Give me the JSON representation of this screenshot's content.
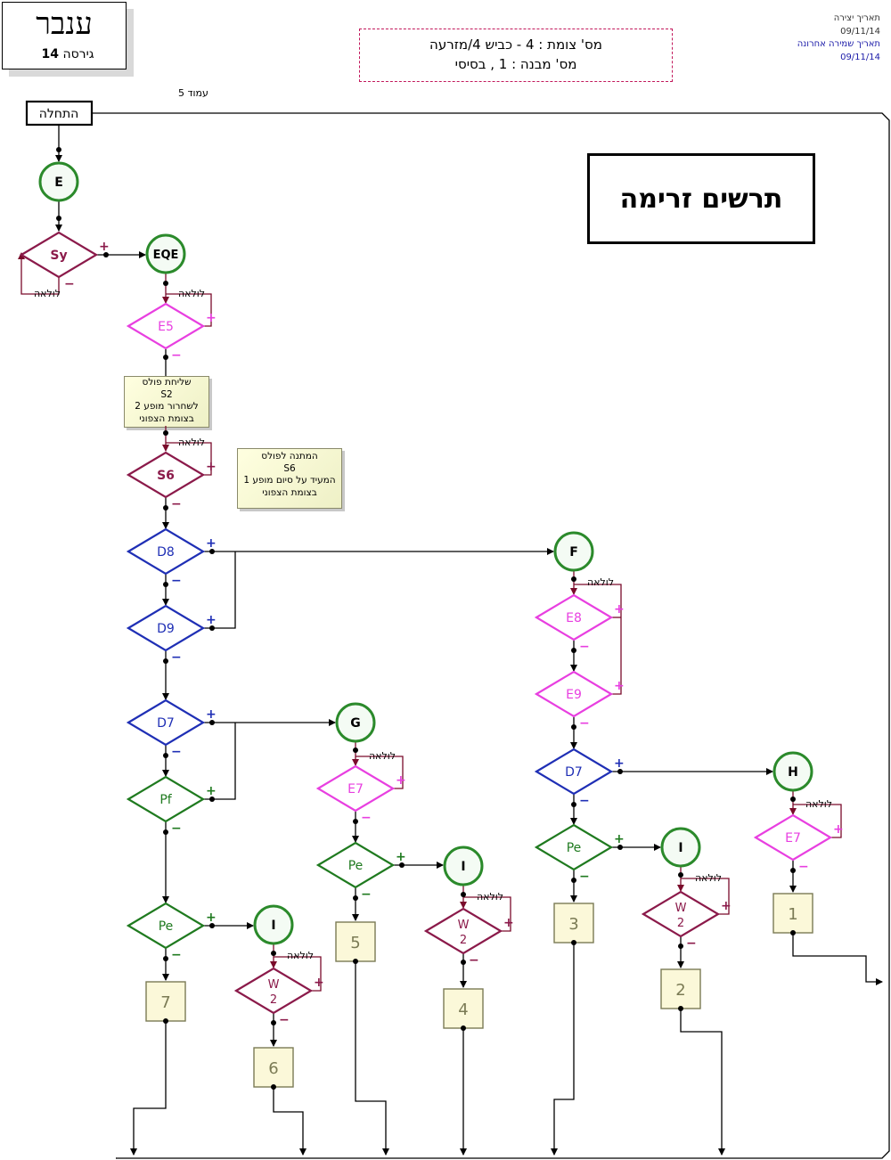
{
  "header": {
    "logo_name": "ענבר",
    "version_label": "גירסה",
    "version_number": "14",
    "intersection_line": "מס' צומת : 4 - כביש 4/מזרעה",
    "structure_line": "מס' מבנה : 1 , בסיסי",
    "created_label": "תאריך יצירה",
    "created_date": "09/11/14",
    "saved_label": "תאריך שמירה אחרונה",
    "saved_date": "09/11/14",
    "page_label": "עמוד 5"
  },
  "diagram_title": "תרשים זרימה",
  "start_label": "התחלה",
  "loop_label": "לולאה",
  "plus_sign": "+",
  "minus_sign": "−",
  "notes": {
    "send_pulse": [
      "שליחת פולס",
      "S2",
      "לשחרור מופע 2",
      "בצומת הצפוני"
    ],
    "wait_pulse": [
      "המתנה לפולס",
      "S6",
      "המעיד על סיום מופע 1",
      "בצומת הצפוני"
    ]
  },
  "circles": [
    {
      "id": "E",
      "label": "E"
    },
    {
      "id": "EQE",
      "label": "EQE"
    },
    {
      "id": "F",
      "label": "F"
    },
    {
      "id": "G",
      "label": "G"
    },
    {
      "id": "H",
      "label": "H"
    },
    {
      "id": "I1",
      "label": "I"
    },
    {
      "id": "I2",
      "label": "I"
    },
    {
      "id": "I3",
      "label": "I"
    }
  ],
  "diamonds": [
    {
      "id": "Sy",
      "label": "Sy",
      "color": "#8b1a4a"
    },
    {
      "id": "E5",
      "label": "E5",
      "color": "#e83fe0"
    },
    {
      "id": "S6",
      "label": "S6",
      "color": "#8b1a4a"
    },
    {
      "id": "D8",
      "label": "D8",
      "color": "#1f2fb5"
    },
    {
      "id": "D9",
      "label": "D9",
      "color": "#1f2fb5"
    },
    {
      "id": "D7a",
      "label": "D7",
      "color": "#1f2fb5"
    },
    {
      "id": "Pf",
      "label": "Pf",
      "color": "#1f7a1f"
    },
    {
      "id": "Pe1",
      "label": "Pe",
      "color": "#1f7a1f"
    },
    {
      "id": "W1",
      "label": "W 2",
      "color": "#8b1a4a"
    },
    {
      "id": "E7a",
      "label": "E7",
      "color": "#e83fe0"
    },
    {
      "id": "Pe2",
      "label": "Pe",
      "color": "#1f7a1f"
    },
    {
      "id": "W2",
      "label": "W 2",
      "color": "#8b1a4a"
    },
    {
      "id": "E8",
      "label": "E8",
      "color": "#e83fe0"
    },
    {
      "id": "E9",
      "label": "E9",
      "color": "#e83fe0"
    },
    {
      "id": "D7b",
      "label": "D7",
      "color": "#1f2fb5"
    },
    {
      "id": "Pe3",
      "label": "Pe",
      "color": "#1f7a1f"
    },
    {
      "id": "W3",
      "label": "W 2",
      "color": "#8b1a4a"
    },
    {
      "id": "E7b",
      "label": "E7",
      "color": "#e83fe0"
    }
  ],
  "phases": [
    {
      "id": "p7",
      "label": "7"
    },
    {
      "id": "p6",
      "label": "6"
    },
    {
      "id": "p5",
      "label": "5"
    },
    {
      "id": "p4",
      "label": "4"
    },
    {
      "id": "p3",
      "label": "3"
    },
    {
      "id": "p2",
      "label": "2"
    },
    {
      "id": "p1",
      "label": "1"
    }
  ]
}
